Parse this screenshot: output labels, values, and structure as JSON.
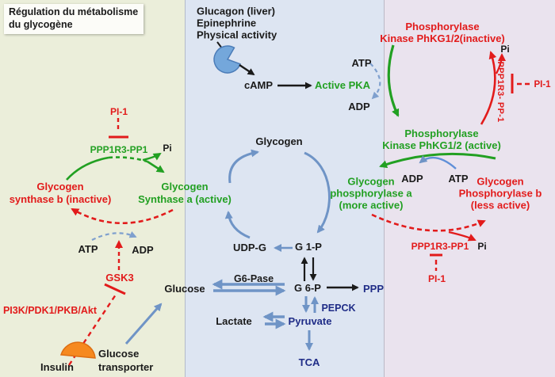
{
  "colors": {
    "panel_left": "#EBEEDA",
    "panel_middle": "#DDE5F2",
    "panel_right": "#EAE3EE",
    "green_text": "#22A022",
    "red_text": "#E21B1B",
    "navy_text": "#1F2C87",
    "black_text": "#1A1A1A",
    "blue_arrow": "#6F94C6",
    "orange_receptor": "#F6891F",
    "pacman_blue": "#74A7DB"
  },
  "left_panel": {
    "title": [
      "Régulation du métabolisme",
      "du glycogène"
    ],
    "pi1": "PI-1",
    "phosphatase": "PPP1R3-PP1",
    "pi": "Pi",
    "synthase_inactive": [
      "Glycogen",
      "synthase b (inactive)"
    ],
    "synthase_active": [
      "Glycogen",
      "Synthase a (active)"
    ],
    "atp": "ATP",
    "adp": "ADP",
    "gsk3": "GSK3",
    "signaling": "PI3K/PDK1/PKB/Akt",
    "insulin": "Insulin",
    "transporter": [
      "Glucose",
      "transporter"
    ]
  },
  "middle_panel": {
    "stimuli": [
      "Glucagon (liver)",
      "Epinephrine",
      "Physical activity"
    ],
    "camp": "cAMP",
    "active_pka": "Active PKA",
    "atp": "ATP",
    "adp": "ADP",
    "glycogen": "Glycogen",
    "udp_g": "UDP-G",
    "g1p": "G 1-P",
    "g6pase": "G6-Pase",
    "glucose": "Glucose",
    "g6p": "G 6-P",
    "ppp": "PPP",
    "pepck": "PEPCK",
    "lactate": "Lactate",
    "pyruvate": "Pyruvate",
    "tca": "TCA"
  },
  "right_panel": {
    "kinase_inactive": [
      "Phosphorylase",
      "Kinase PhKG1/2(inactive)"
    ],
    "pi_top": "Pi",
    "phosphatase_rotated": "PPP1R3- PP-1",
    "pi1_top": "PI-1",
    "kinase_active": [
      "Phosphorylase",
      "Kinase PhKG1/2 (active)"
    ],
    "adp": "ADP",
    "atp": "ATP",
    "phosphorylase_a": [
      "Glycogen",
      "phosphorylase a",
      "(more active)"
    ],
    "phosphorylase_b": [
      "Glycogen",
      "Phosphorylase b",
      "(less active)"
    ],
    "phosphatase": "PPP1R3-PP1",
    "pi_bottom": "Pi",
    "pi1_bottom": "PI-1"
  }
}
